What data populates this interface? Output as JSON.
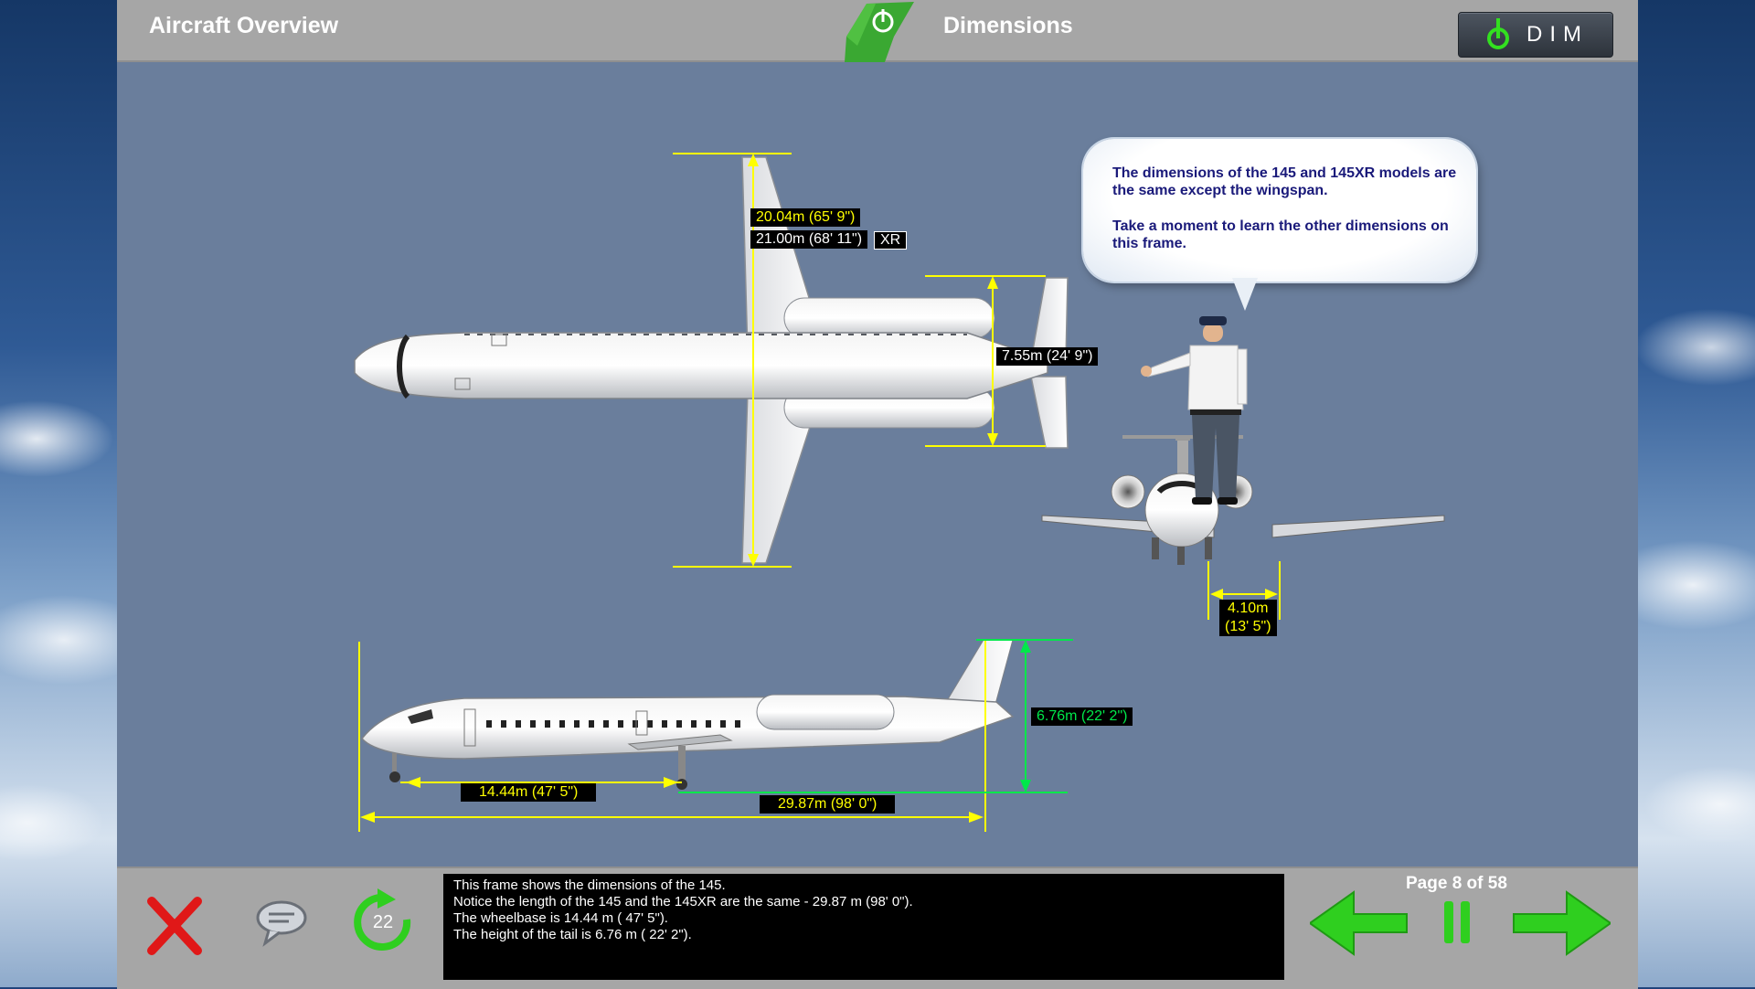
{
  "header": {
    "title_left": "Aircraft Overview",
    "title_center": "Dimensions",
    "dim_button_label": "DIM"
  },
  "dimensions": {
    "wingspan_145": "20.04m (65' 9\")",
    "wingspan_xr": "21.00m (68' 11\")",
    "xr_tag": "XR",
    "tail_span": "7.55m (24' 9\")",
    "gear_track_line1": "4.10m",
    "gear_track_line2": "(13' 5\")",
    "tail_height": "6.76m (22' 2\")",
    "wheelbase": "14.44m (47' 5\")",
    "length": "29.87m (98' 0\")"
  },
  "bubble": {
    "paragraph1": "The dimensions of the 145 and 145XR models are the same except the wingspan.",
    "paragraph2": "Take a moment to learn the other dimensions on this frame."
  },
  "footer": {
    "replay_count": "22",
    "narration": [
      "This frame shows the dimensions of the 145.",
      "Notice the length of the 145 and the 145XR are the same - 29.87 m (98' 0\").",
      "The wheelbase is 14.44 m ( 47' 5\").",
      "The height of the tail is 6.76 m ( 22' 2\")."
    ],
    "page_indicator": "Page 8 of 58"
  },
  "colors": {
    "accent_green": "#2fcf1f",
    "dimension_yellow": "#ffff00",
    "close_red": "#e01818",
    "stage_bg": "#6a7e9c"
  },
  "icons": [
    "aircraft-tail-logo-icon",
    "power-icon",
    "close-icon",
    "chat-bubble-icon",
    "replay-icon",
    "arrow-left-icon",
    "pause-icon",
    "arrow-right-icon"
  ]
}
